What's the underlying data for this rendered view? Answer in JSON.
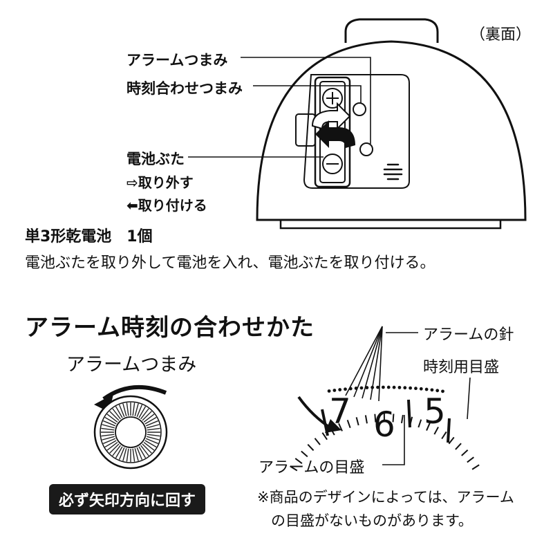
{
  "back_label": "（裏面）",
  "callouts": {
    "alarm_knob": "アラームつまみ",
    "time_knob": "時刻合わせつまみ",
    "battery_cover": "電池ぶた",
    "remove": "⇨取り外す",
    "attach": "⬅取り付ける"
  },
  "battery": {
    "title": "単3形乾電池　1個",
    "instruction": "電池ぶたを取り外して電池を入れ、電池ぶたを取り付ける。"
  },
  "alarm_section": {
    "heading": "アラーム時刻の合わせかた",
    "knob_label": "アラームつまみ",
    "badge": "必ず矢印方向に回す",
    "alarm_hand": "アラームの針",
    "time_scale": "時刻用目盛",
    "alarm_scale": "アラームの目盛",
    "digits": [
      "7",
      "6",
      "5"
    ],
    "note_line1": "※商品のデザインによっては、アラーム",
    "note_line2": "の目盛がないものがあります。"
  }
}
